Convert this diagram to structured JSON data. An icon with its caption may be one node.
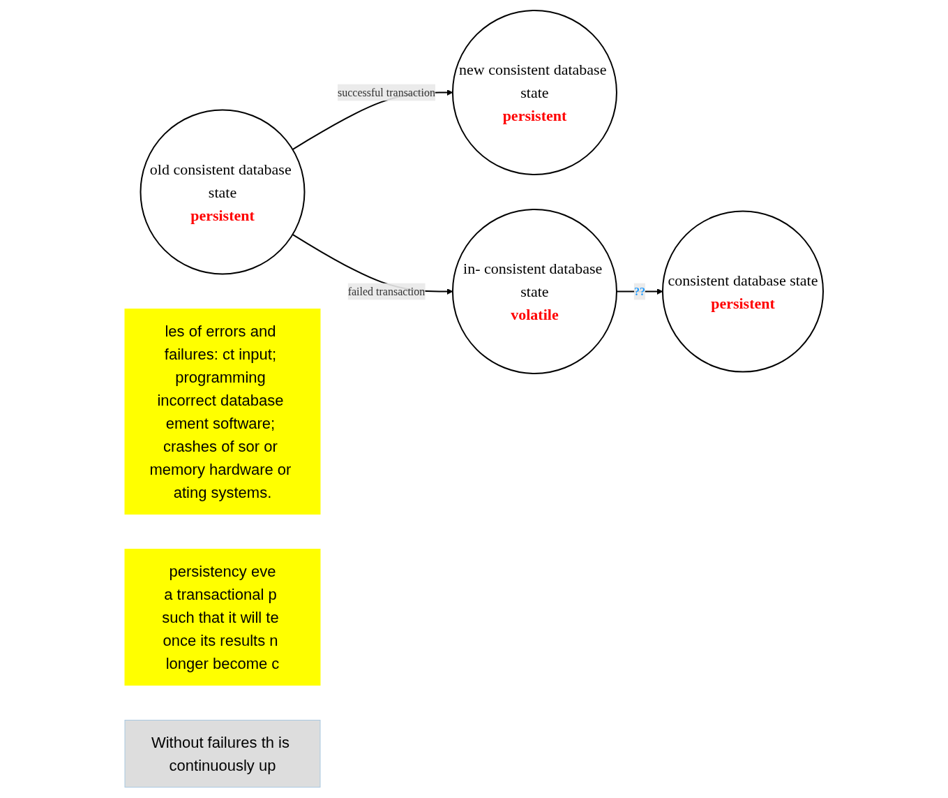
{
  "diagram": {
    "nodes": [
      {
        "text": [
          "old consistent database state",
          "persistent"
        ]
      },
      {
        "text": [
          "new consistent database state",
          "persistent"
        ]
      },
      {
        "text": [
          "in- consistent database state",
          "volatile"
        ]
      },
      {
        "text": [
          "consistent database state",
          "persistent"
        ]
      },
      {
        "text": [
          "les of errors and failures: ct input; programming incorrect database ement software; crashes of sor or memory hardware or ating systems."
        ]
      },
      {
        "text": [
          "persistency eve",
          "a transactional p such that it will te once its results n longer become c"
        ]
      },
      {
        "text": [
          "Without failures th is continuously up"
        ]
      }
    ],
    "edges": [
      {
        "from": 0,
        "to": 1,
        "arrow": "to",
        "label": "successful transaction"
      },
      {
        "from": 0,
        "to": 2,
        "arrow": "to",
        "label": "failed transaction"
      },
      {
        "from": 2,
        "to": 3,
        "arrow": "to",
        "label": "??"
      }
    ]
  }
}
